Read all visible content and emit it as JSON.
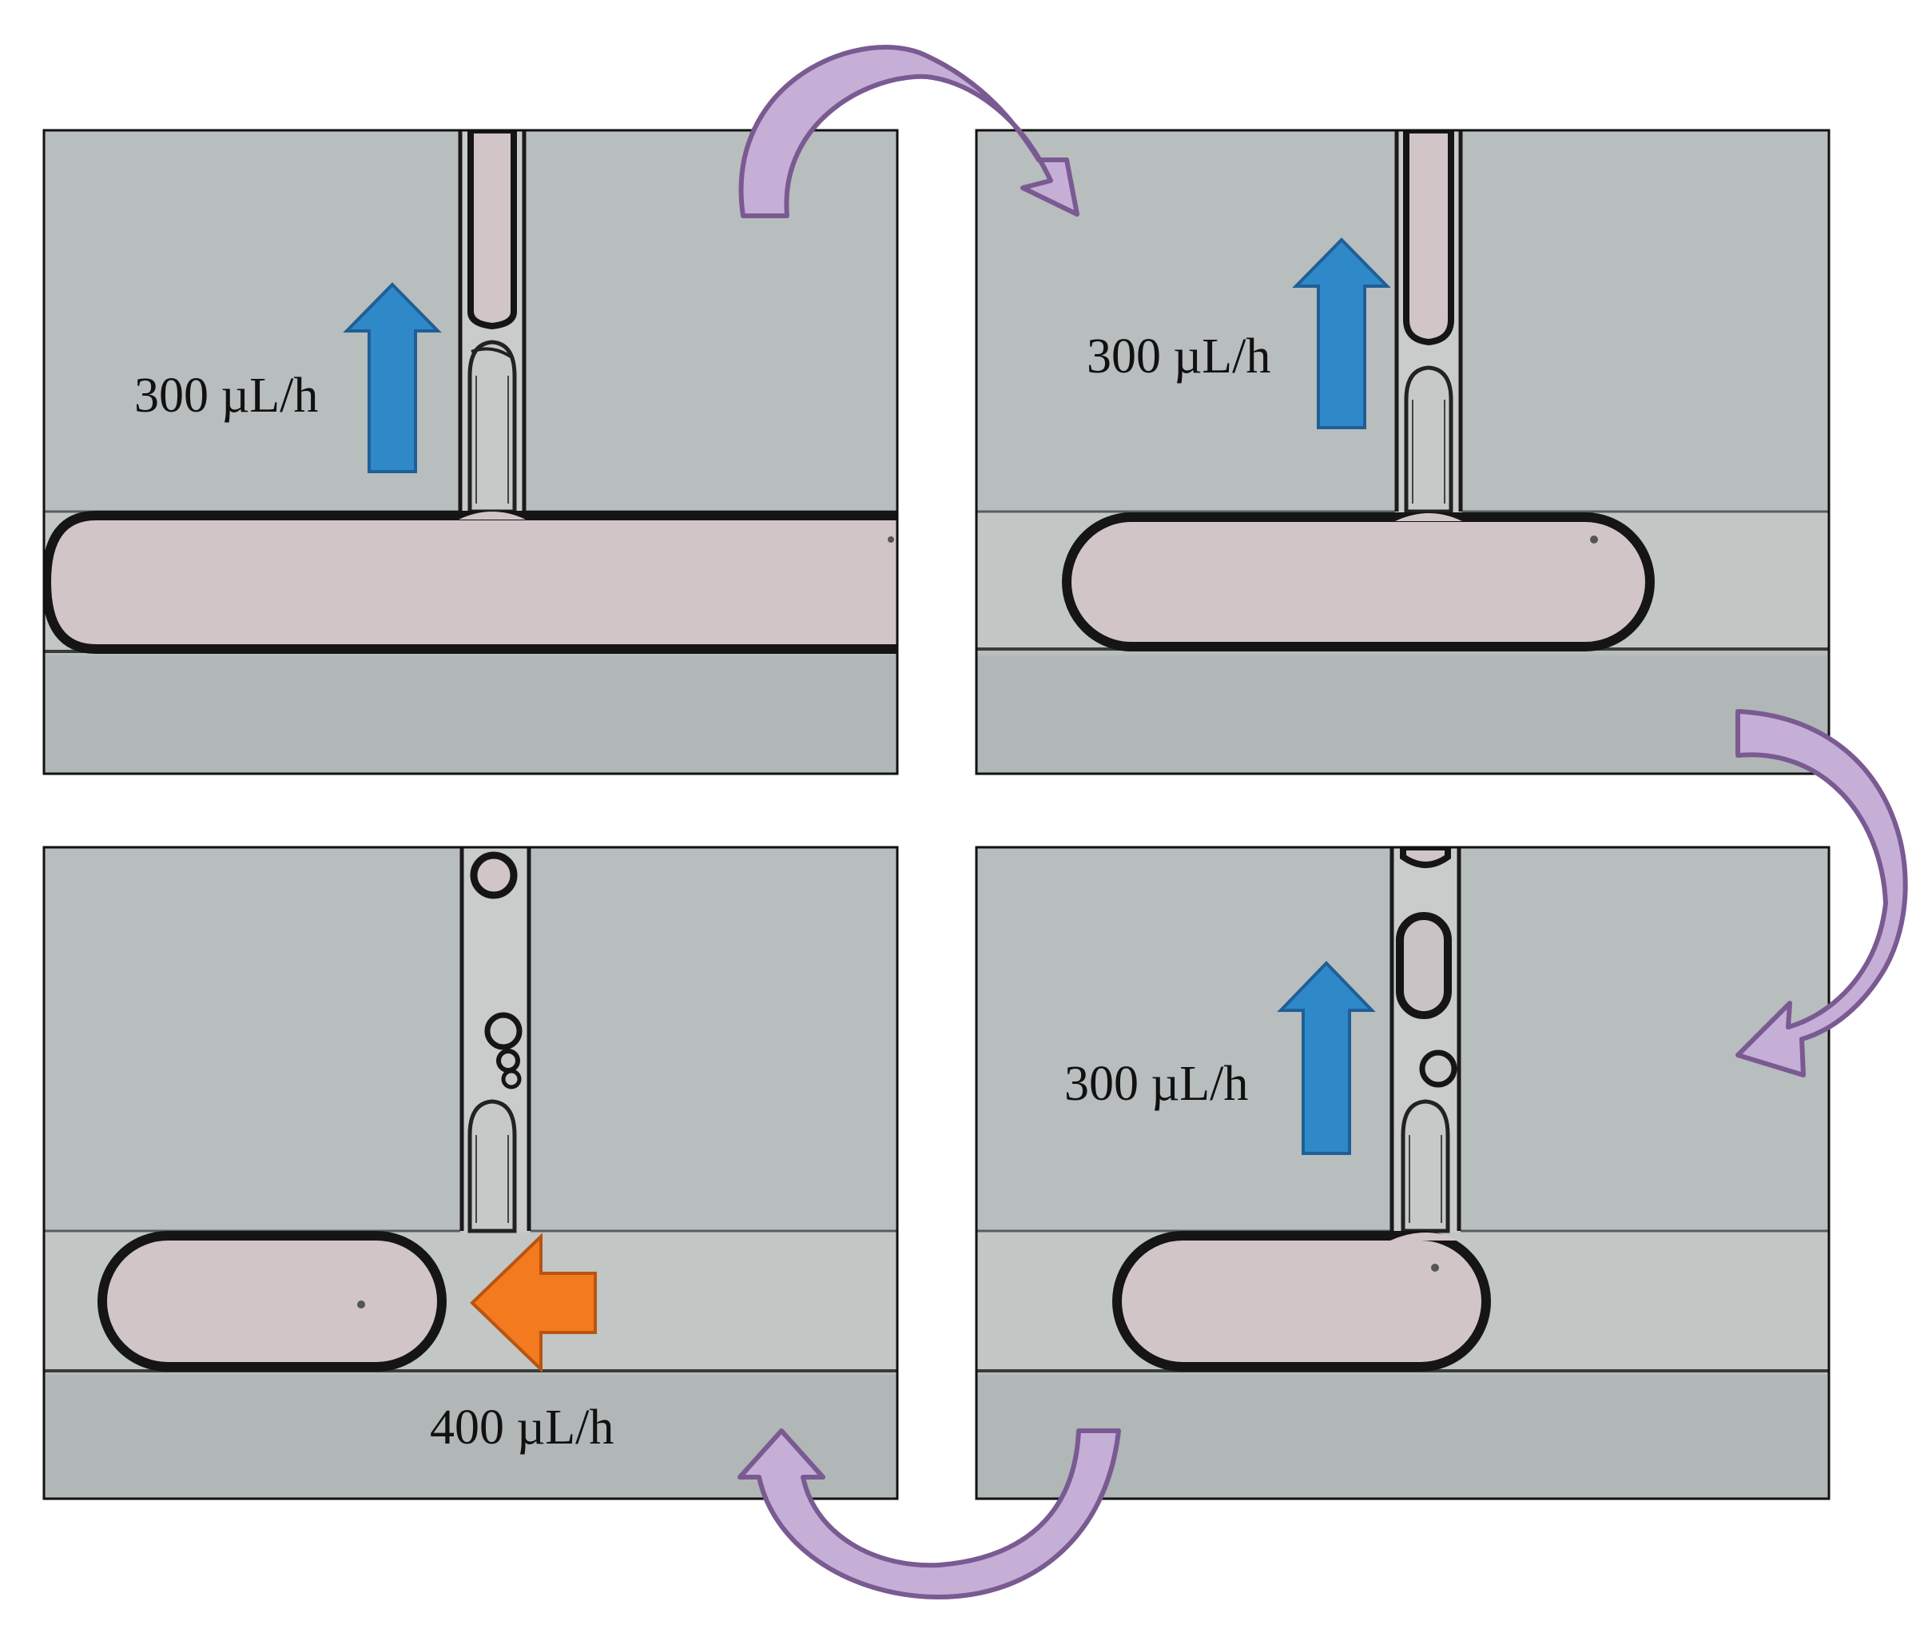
{
  "figure": {
    "panels": [
      {
        "id": "top-left",
        "flow_label": "300 µL/h",
        "arrow": "up"
      },
      {
        "id": "top-right",
        "flow_label": "300 µL/h",
        "arrow": "up"
      },
      {
        "id": "bottom-right",
        "flow_label": "300 µL/h",
        "arrow": "up"
      },
      {
        "id": "bottom-left",
        "flow_label": "400 µL/h",
        "arrow": "left"
      }
    ],
    "colors": {
      "background_upper": "#b8bdbd",
      "background_lower": "#b0b5b5",
      "channel_fluid": "#c3c7c5",
      "droplet_fill": "#d2c5c7",
      "droplet_outline": "#151515",
      "flow_arrow_up": "#2f89c8",
      "flow_arrow_up_edge": "#1f5f96",
      "flow_arrow_left": "#f47a1f",
      "flow_arrow_left_edge": "#b85410",
      "cycle_arrow_fill": "#c6afd6",
      "cycle_arrow_edge": "#7a5a92"
    },
    "icons": [
      "up-arrow-icon",
      "left-arrow-icon",
      "curved-arrow-icon"
    ]
  }
}
